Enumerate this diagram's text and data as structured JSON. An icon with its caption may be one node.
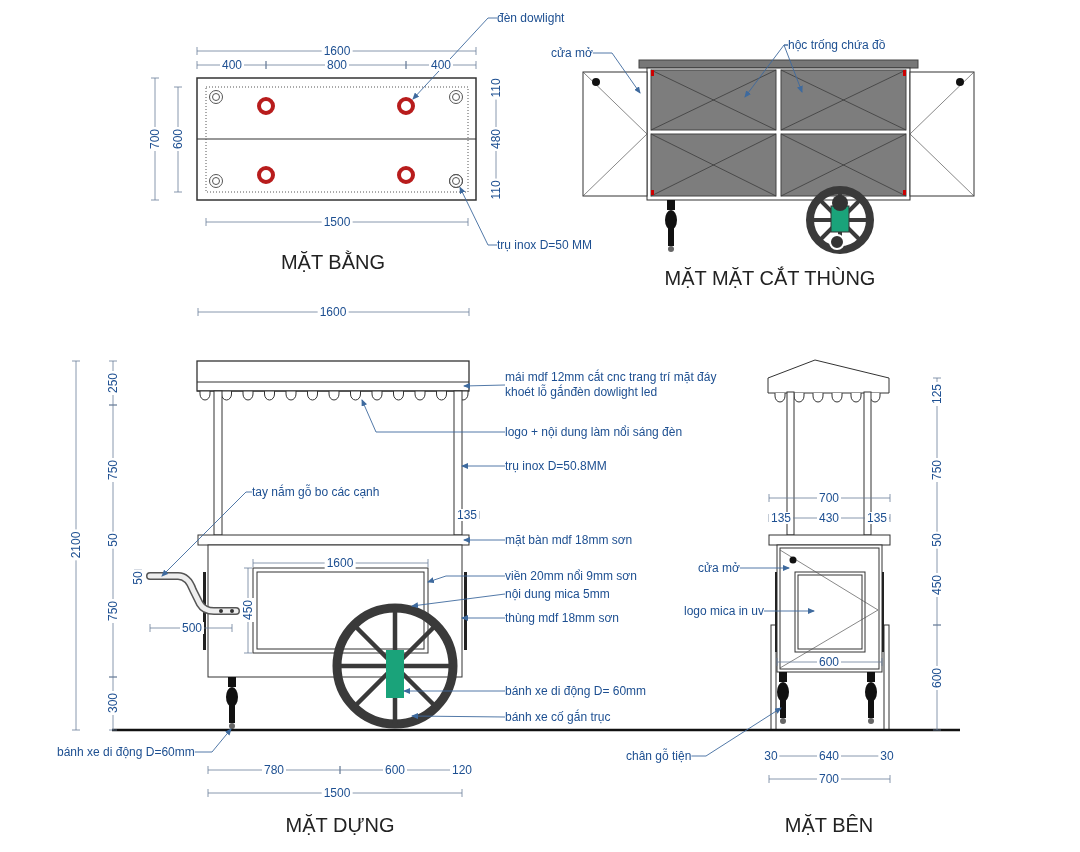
{
  "diagram": {
    "nodes": [
      {
        "text": [
          "đèn dowlight"
        ]
      },
      {
        "text": [
          "trụ inox D=50 MM"
        ]
      },
      {
        "text": [
          "cửa mở"
        ]
      },
      {
        "text": [
          "hộc trống chứa đồ"
        ]
      },
      {
        "text": [
          "mái mdf 12mm cắt cnc trang trí mặt đáy khoét lỗ gắnđèn dowlight led"
        ]
      },
      {
        "text": [
          "logo + nội dung làm nổi sáng đèn"
        ]
      },
      {
        "text": [
          "trụ inox D=50.8MM"
        ]
      },
      {
        "text": [
          "tay nắm gỗ bo các cạnh"
        ]
      },
      {
        "text": [
          "mặt bàn mdf 18mm sơn"
        ]
      },
      {
        "text": [
          "viền 20mm nổi 9mm sơn"
        ]
      },
      {
        "text": [
          "nội dung mica 5mm"
        ]
      },
      {
        "text": [
          "thùng mdf 18mm sơn"
        ]
      },
      {
        "text": [
          "bánh xe di động D= 60mm"
        ]
      },
      {
        "text": [
          "bánh xe cố gắn trục"
        ]
      },
      {
        "text": [
          "bánh xe di động D=60mm"
        ]
      },
      {
        "text": [
          "chân gỗ tiện"
        ]
      },
      {
        "text": [
          "cửa mở"
        ]
      },
      {
        "text": [
          "logo mica in uv"
        ]
      },
      {
        "text": [],
        "shape": "circle"
      },
      {
        "text": [],
        "shape": "circle"
      },
      {
        "text": [],
        "shape": "box"
      },
      {
        "text": [],
        "shape": "box"
      },
      {
        "text": [],
        "shape": "box"
      },
      {
        "text": [],
        "shape": "box"
      },
      {
        "text": [],
        "shape": "bar"
      },
      {
        "text": [],
        "shape": "bar"
      },
      {
        "text": [],
        "shape": "bar"
      },
      {
        "text": [],
        "shape": "bar"
      },
      {
        "text": [],
        "shape": "box",
        "in": 30
      },
      {
        "text": [],
        "shape": "box",
        "in": 28
      },
      {
        "text": [],
        "shape": "box"
      },
      {
        "text": [],
        "shape": "bar",
        "in": 32
      },
      {
        "text": [],
        "shape": "circle"
      },
      {
        "text": [],
        "shape": "bar"
      },
      {
        "text": [],
        "shape": "bar"
      },
      {
        "text": [],
        "shape": "box"
      },
      {
        "text": [],
        "shape": "box",
        "in": 35
      },
      {
        "text": [],
        "shape": "box"
      },
      {
        "text": [],
        "shape": "box"
      },
      {
        "text": [],
        "shape": "box"
      },
      {
        "text": [],
        "shape": "bar"
      }
    ],
    "edges": [
      {
        "from": 0,
        "to": 18,
        "arrow": "to"
      },
      {
        "from": 1,
        "to": 19,
        "arrow": "to"
      },
      {
        "from": 2,
        "to": 20,
        "arrow": "to"
      },
      {
        "from": 3,
        "to": 21,
        "arrow": "to"
      },
      {
        "from": 3,
        "to": 22,
        "arrow": "to"
      },
      {
        "from": 4,
        "to": 23,
        "arrow": "to"
      },
      {
        "from": 5,
        "to": 24,
        "arrow": "to"
      },
      {
        "from": 6,
        "to": 25,
        "arrow": "to"
      },
      {
        "from": 7,
        "to": 26,
        "arrow": "to"
      },
      {
        "from": 8,
        "to": 27,
        "arrow": "to"
      },
      {
        "from": 9,
        "to": 28,
        "arrow": "to"
      },
      {
        "from": 10,
        "to": 29,
        "arrow": "to"
      },
      {
        "from": 11,
        "to": 30,
        "arrow": "to"
      },
      {
        "from": 12,
        "to": 31,
        "arrow": "to"
      },
      {
        "from": 13,
        "to": 32,
        "arrow": "to"
      },
      {
        "from": 14,
        "to": 33,
        "arrow": "to"
      },
      {
        "from": 15,
        "to": 34,
        "arrow": "to"
      },
      {
        "from": 16,
        "to": 35,
        "arrow": "to"
      },
      {
        "from": 17,
        "to": 36,
        "arrow": "to"
      }
    ],
    "labels": [
      "1600",
      "400",
      "800",
      "400",
      "700",
      "600",
      "110",
      "480",
      "110",
      "1500",
      "MẶT BẰNG",
      "MẶT MẶT CẮT THÙNG",
      "1600",
      "250",
      "2100",
      "750",
      "135",
      "50",
      "1600",
      "50",
      "750",
      "450",
      "500",
      "300",
      "780",
      "600",
      "120",
      "1500",
      "125",
      "750",
      "700",
      "135",
      "430",
      "135",
      "50",
      "450",
      "600",
      "600",
      "30",
      "640",
      "30",
      "700",
      "MẶT DỰNG",
      "MẶT BÊN"
    ]
  }
}
